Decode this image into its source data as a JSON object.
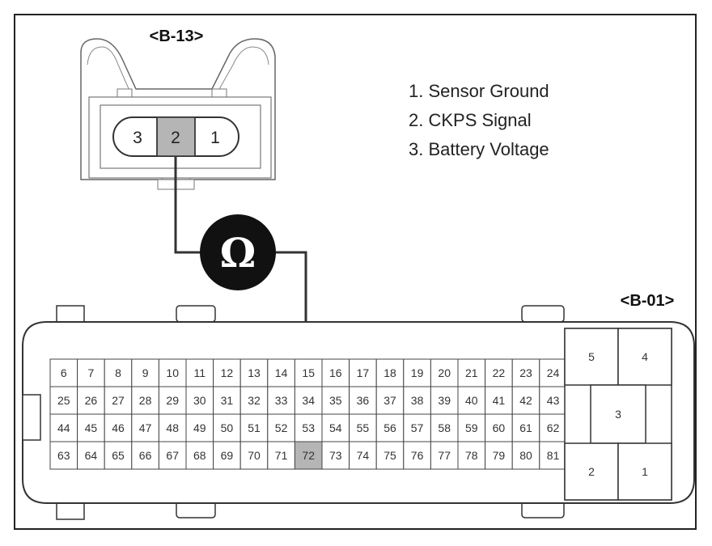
{
  "connector_b13": {
    "tag": "<B-13>",
    "pins": [
      "3",
      "2",
      "1"
    ],
    "highlight_pin": "2"
  },
  "legend": [
    {
      "text": "1. Sensor Ground",
      "color": "#222222"
    },
    {
      "text": "2. CKPS Signal",
      "color": "#7a7a7a"
    },
    {
      "text": "3. Battery Voltage",
      "color": "#222222"
    }
  ],
  "ohmmeter": {
    "symbol": "Ω"
  },
  "connector_b01": {
    "tag": "<B-01>",
    "rows": [
      [
        "6",
        "7",
        "8",
        "9",
        "10",
        "11",
        "12",
        "13",
        "14",
        "15",
        "16",
        "17",
        "18",
        "19",
        "20",
        "21",
        "22",
        "23",
        "24"
      ],
      [
        "25",
        "26",
        "27",
        "28",
        "29",
        "30",
        "31",
        "32",
        "33",
        "34",
        "35",
        "36",
        "37",
        "38",
        "39",
        "40",
        "41",
        "42",
        "43"
      ],
      [
        "44",
        "45",
        "46",
        "47",
        "48",
        "49",
        "50",
        "51",
        "52",
        "53",
        "54",
        "55",
        "56",
        "57",
        "58",
        "59",
        "60",
        "61",
        "62"
      ],
      [
        "63",
        "64",
        "65",
        "66",
        "67",
        "68",
        "69",
        "70",
        "71",
        "72",
        "73",
        "74",
        "75",
        "76",
        "77",
        "78",
        "79",
        "80",
        "81"
      ]
    ],
    "highlight_pin": "72",
    "big_pins": [
      "5",
      "4",
      "3",
      "2",
      "1"
    ]
  },
  "colors": {
    "highlight": "#b5b5b5",
    "line": "#333333",
    "meter": "#111111"
  }
}
